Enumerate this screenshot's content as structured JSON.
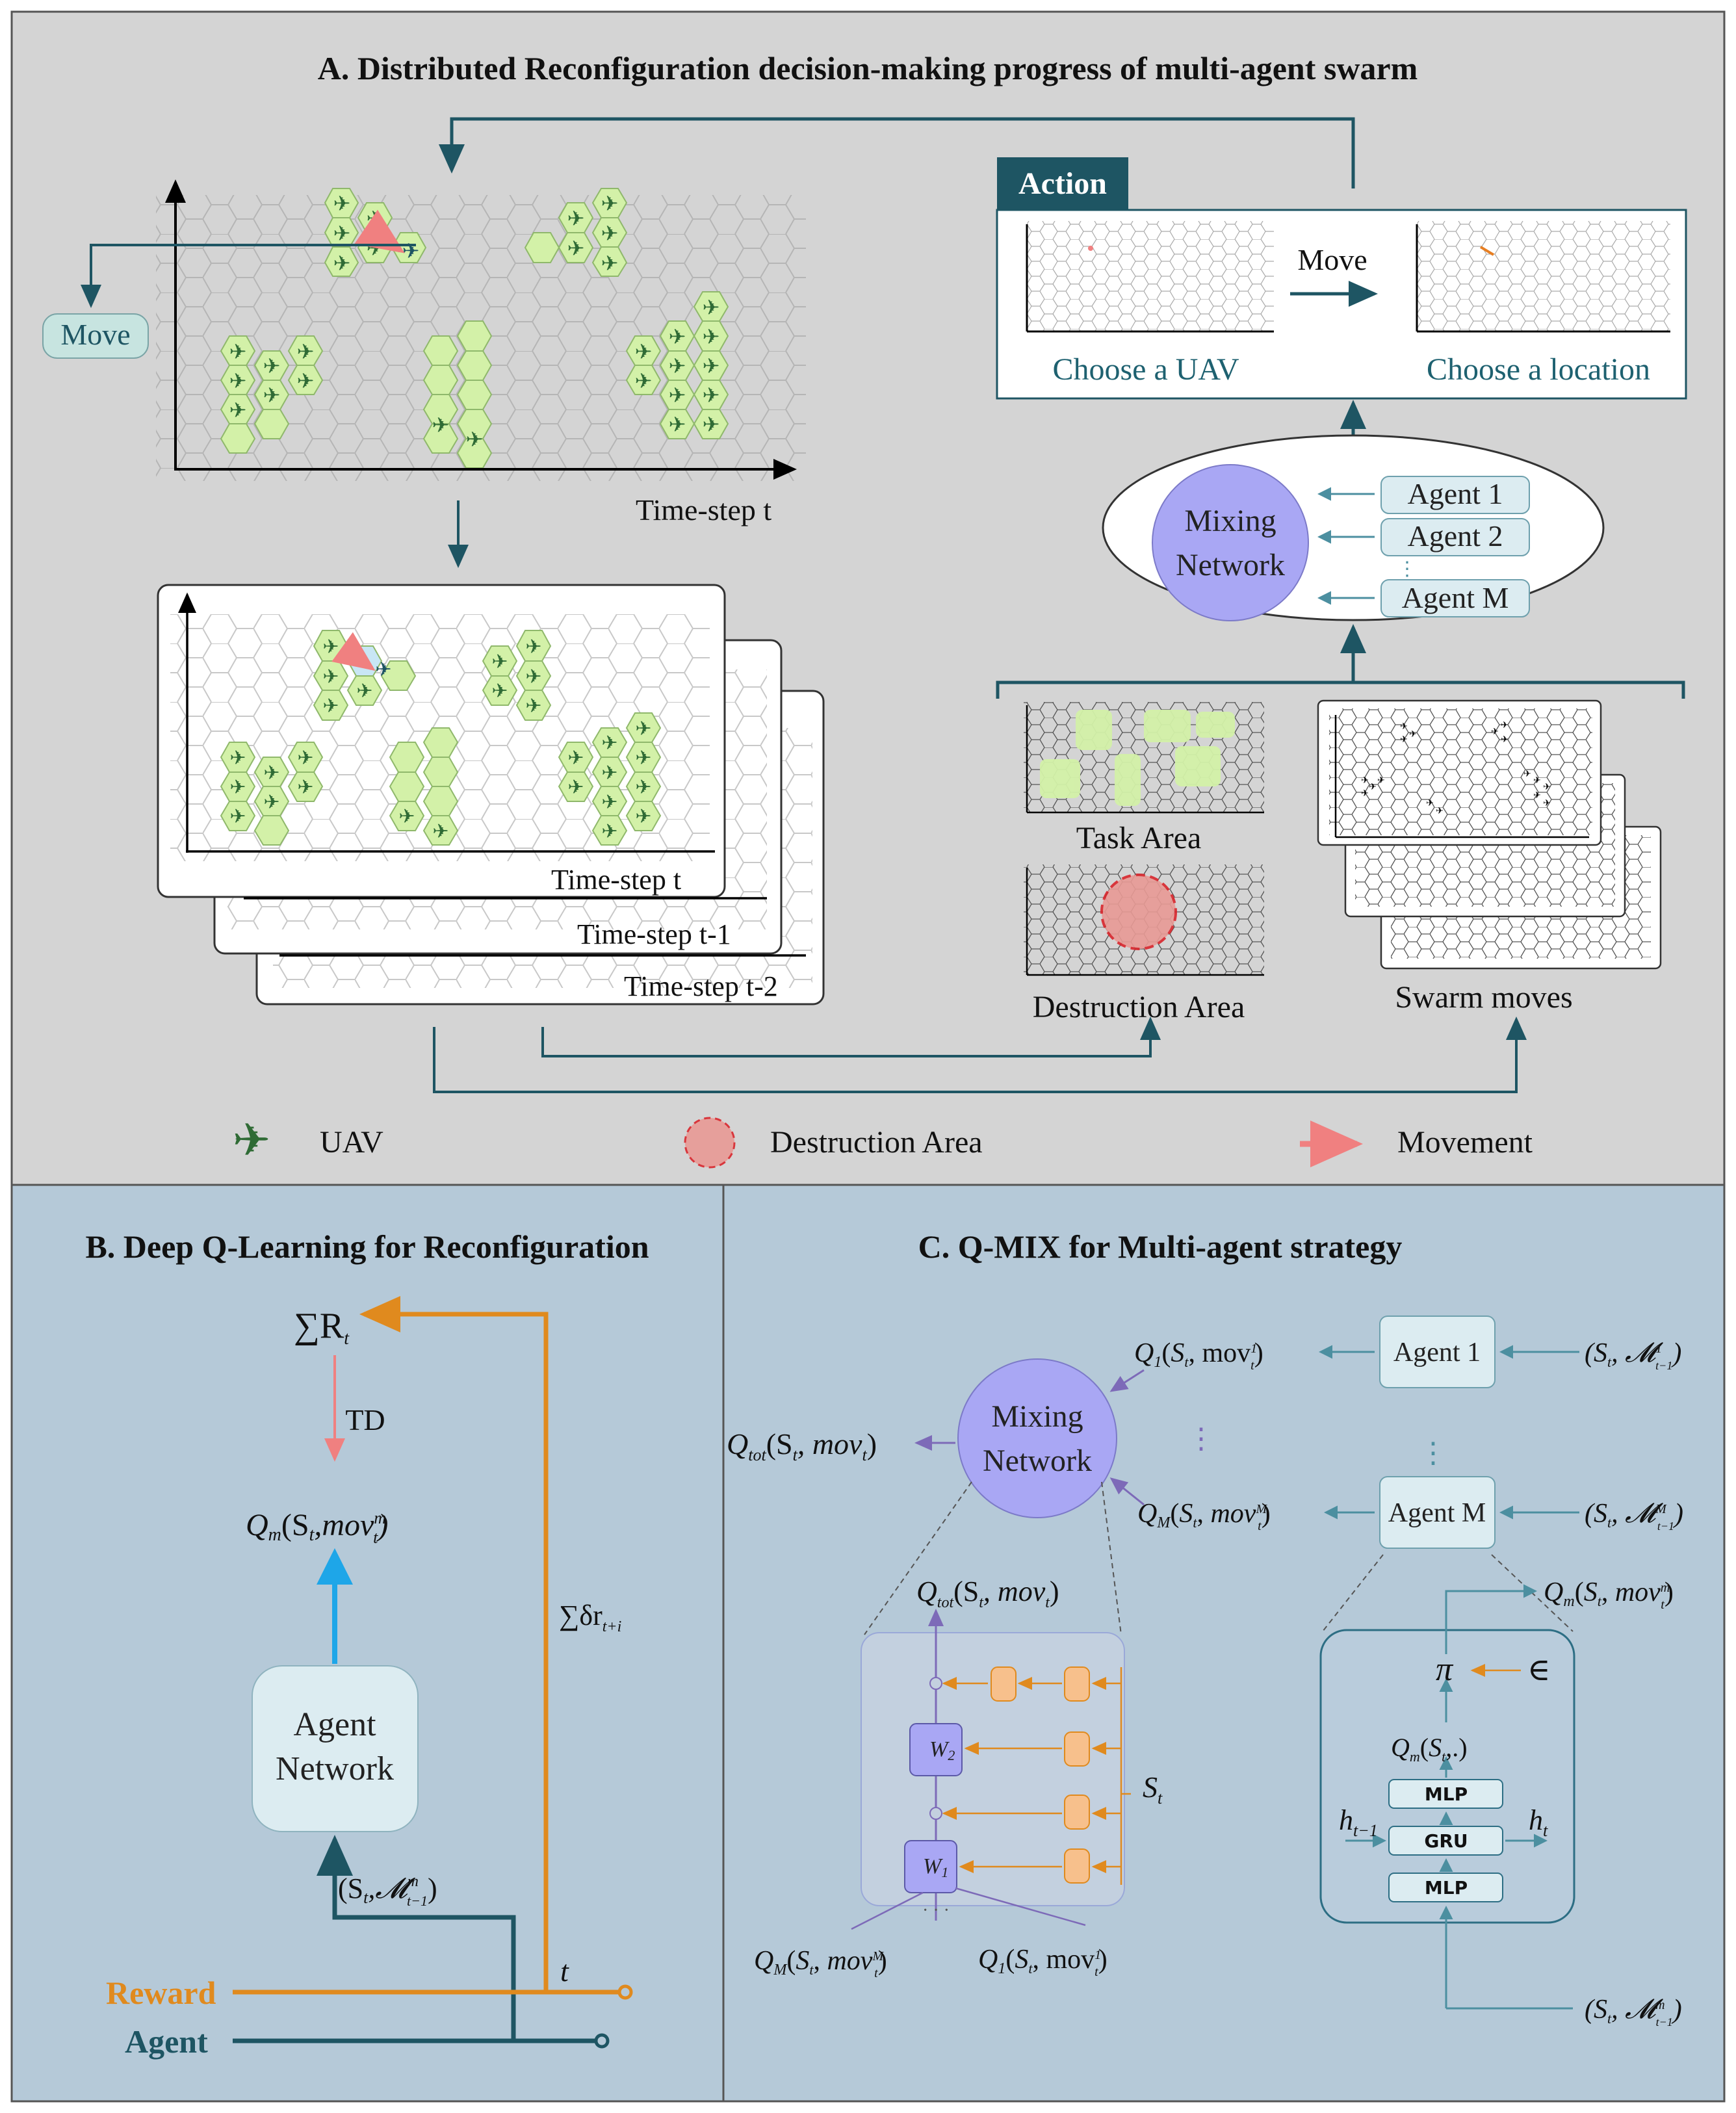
{
  "panelA": {
    "title": "A. Distributed Reconfiguration decision-making progress of multi-agent swarm",
    "move_label": "Move",
    "timestep_main": "Time-step t",
    "timestep_stack": [
      "Time-step t",
      "Time-step t-1",
      "Time-step t-2"
    ],
    "action": {
      "header": "Action",
      "move": "Move",
      "choose_uav": "Choose a UAV",
      "choose_location": "Choose a location"
    },
    "mixing": {
      "label_line1": "Mixing",
      "label_line2": "Network",
      "agents": [
        "Agent 1",
        "Agent 2",
        "Agent M"
      ]
    },
    "task_area": "Task Area",
    "destruction_area": "Destruction Area",
    "swarm_moves": "Swarm moves",
    "legend": {
      "uav": "UAV",
      "destruction": "Destruction Area",
      "movement": "Movement"
    }
  },
  "panelB": {
    "title": "B. Deep Q-Learning for Reconfiguration",
    "sum_r": "∑R",
    "sum_r_sub": "t",
    "td": "TD",
    "q_m": "Q",
    "q_m_sub": "m",
    "q_args": "(S",
    "q_args_sub": "t",
    "q_args_rest": ",mov",
    "q_args_sup": "m",
    "q_args_sub2": "t",
    "agent_net_1": "Agent",
    "agent_net_2": "Network",
    "sum_delta": "∑δr",
    "sum_delta_sub": "t+i",
    "input": "(S",
    "input_sub": "t",
    "input_mid": ",𝓜",
    "input_sup": "m",
    "input_sub2": "t−1",
    "t_label": "t",
    "reward": "Reward",
    "agent": "Agent"
  },
  "panelC": {
    "title": "C. Q-MIX for Multi-agent strategy",
    "mixing_1": "Mixing",
    "mixing_2": "Network",
    "agent_1": "Agent 1",
    "agent_m": "Agent M",
    "mlp": "MLP",
    "gru": "GRU",
    "pi": "π",
    "epsilon": "∈",
    "w1": "W",
    "w1_sub": "1",
    "w2": "W",
    "w2_sub": "2",
    "st": "S",
    "st_sub": "t",
    "h_prev": "h",
    "h_prev_sub": "t−1",
    "h_t": "h",
    "h_t_sub": "t",
    "q_tot": "Q",
    "q_tot_sub": "tot",
    "q_1": "Q",
    "q_1_sub": "1",
    "q_M": "Q",
    "q_M_sub": "M",
    "q_m": "Q",
    "q_m_sub": "m",
    "s_t_mov_t": "(S",
    "mov": "mov",
    "dots": "⋮",
    "hdots": "· · ·"
  },
  "colors": {
    "panel_a_bg": "#d4d4d4",
    "panel_bc_bg": "#b5c9d8",
    "teal": "#1e5563",
    "green_cell": "#d3f1a8",
    "uav": "#2f6b35",
    "orange": "#e08a1e",
    "pink": "#f08080",
    "blue_arrow": "#1ea6e8",
    "mixing": "#a9a7f4",
    "agent_box": "#dcecf1"
  }
}
